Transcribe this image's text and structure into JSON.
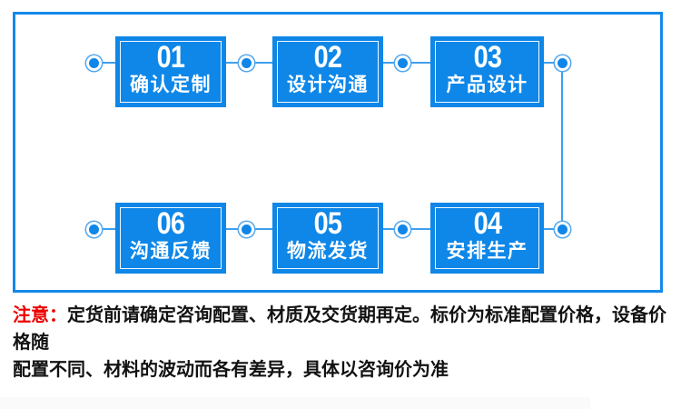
{
  "colors": {
    "box_blue": "#0e87e8",
    "frame_blue": "#1588e9",
    "line_blue": "#3f9fec",
    "dot_ring_blue": "#54a8ed",
    "note_label_red": "#ee0000",
    "note_text_black": "#121212"
  },
  "flow": {
    "row1": [
      {
        "number": "01",
        "title": "确认定制"
      },
      {
        "number": "02",
        "title": "设计沟通"
      },
      {
        "number": "03",
        "title": "产品设计"
      }
    ],
    "row2": [
      {
        "number": "06",
        "title": "沟通反馈"
      },
      {
        "number": "05",
        "title": "物流发货"
      },
      {
        "number": "04",
        "title": "安排生产"
      }
    ]
  },
  "note": {
    "label": "注意：",
    "line1": "定货前请确定咨询配置、材质及交货期再定。标价为标准配置价格，设备价格随",
    "line2": "配置不同、材料的波动而各有差异，具体以咨询价为准"
  }
}
